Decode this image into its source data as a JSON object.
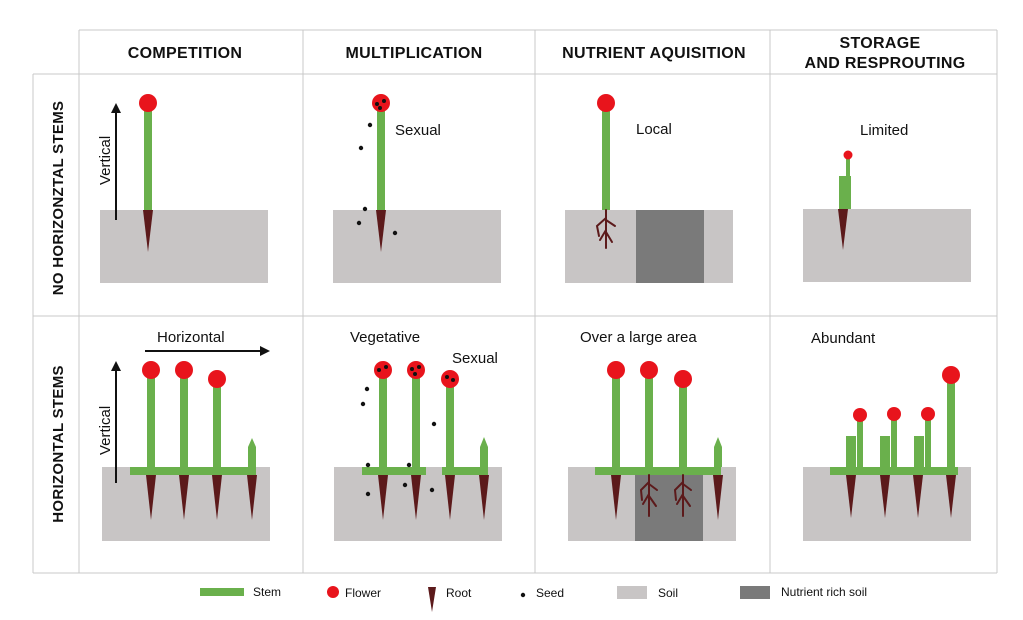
{
  "columns": [
    "COMPETITION",
    "MULTIPLICATION",
    "NUTRIENT AQUISITION",
    "STORAGE",
    "AND RESPROUTING"
  ],
  "rows": [
    "NO HORIZONZTAL STEMS",
    "HORIZONTAL STEMS"
  ],
  "labels": {
    "vertical_top": "Vertical",
    "sexual_top": "Sexual",
    "local": "Local",
    "limited": "Limited",
    "horizontal": "Horizontal",
    "vertical_bottom": "Vertical",
    "vegetative": "Vegetative",
    "sexual_bottom": "Sexual",
    "large_area": "Over a large area",
    "abundant": "Abundant"
  },
  "legend": [
    "Stem",
    "Flower",
    "Root",
    "Seed",
    "Soil",
    "Nutrient rich soil"
  ],
  "colors": {
    "stem": "#6ab04c",
    "flower": "#e8141c",
    "root": "#5c1a1b",
    "seed": "#111111",
    "soil": "#c8c5c5",
    "rich_soil": "#7a7a7a"
  }
}
